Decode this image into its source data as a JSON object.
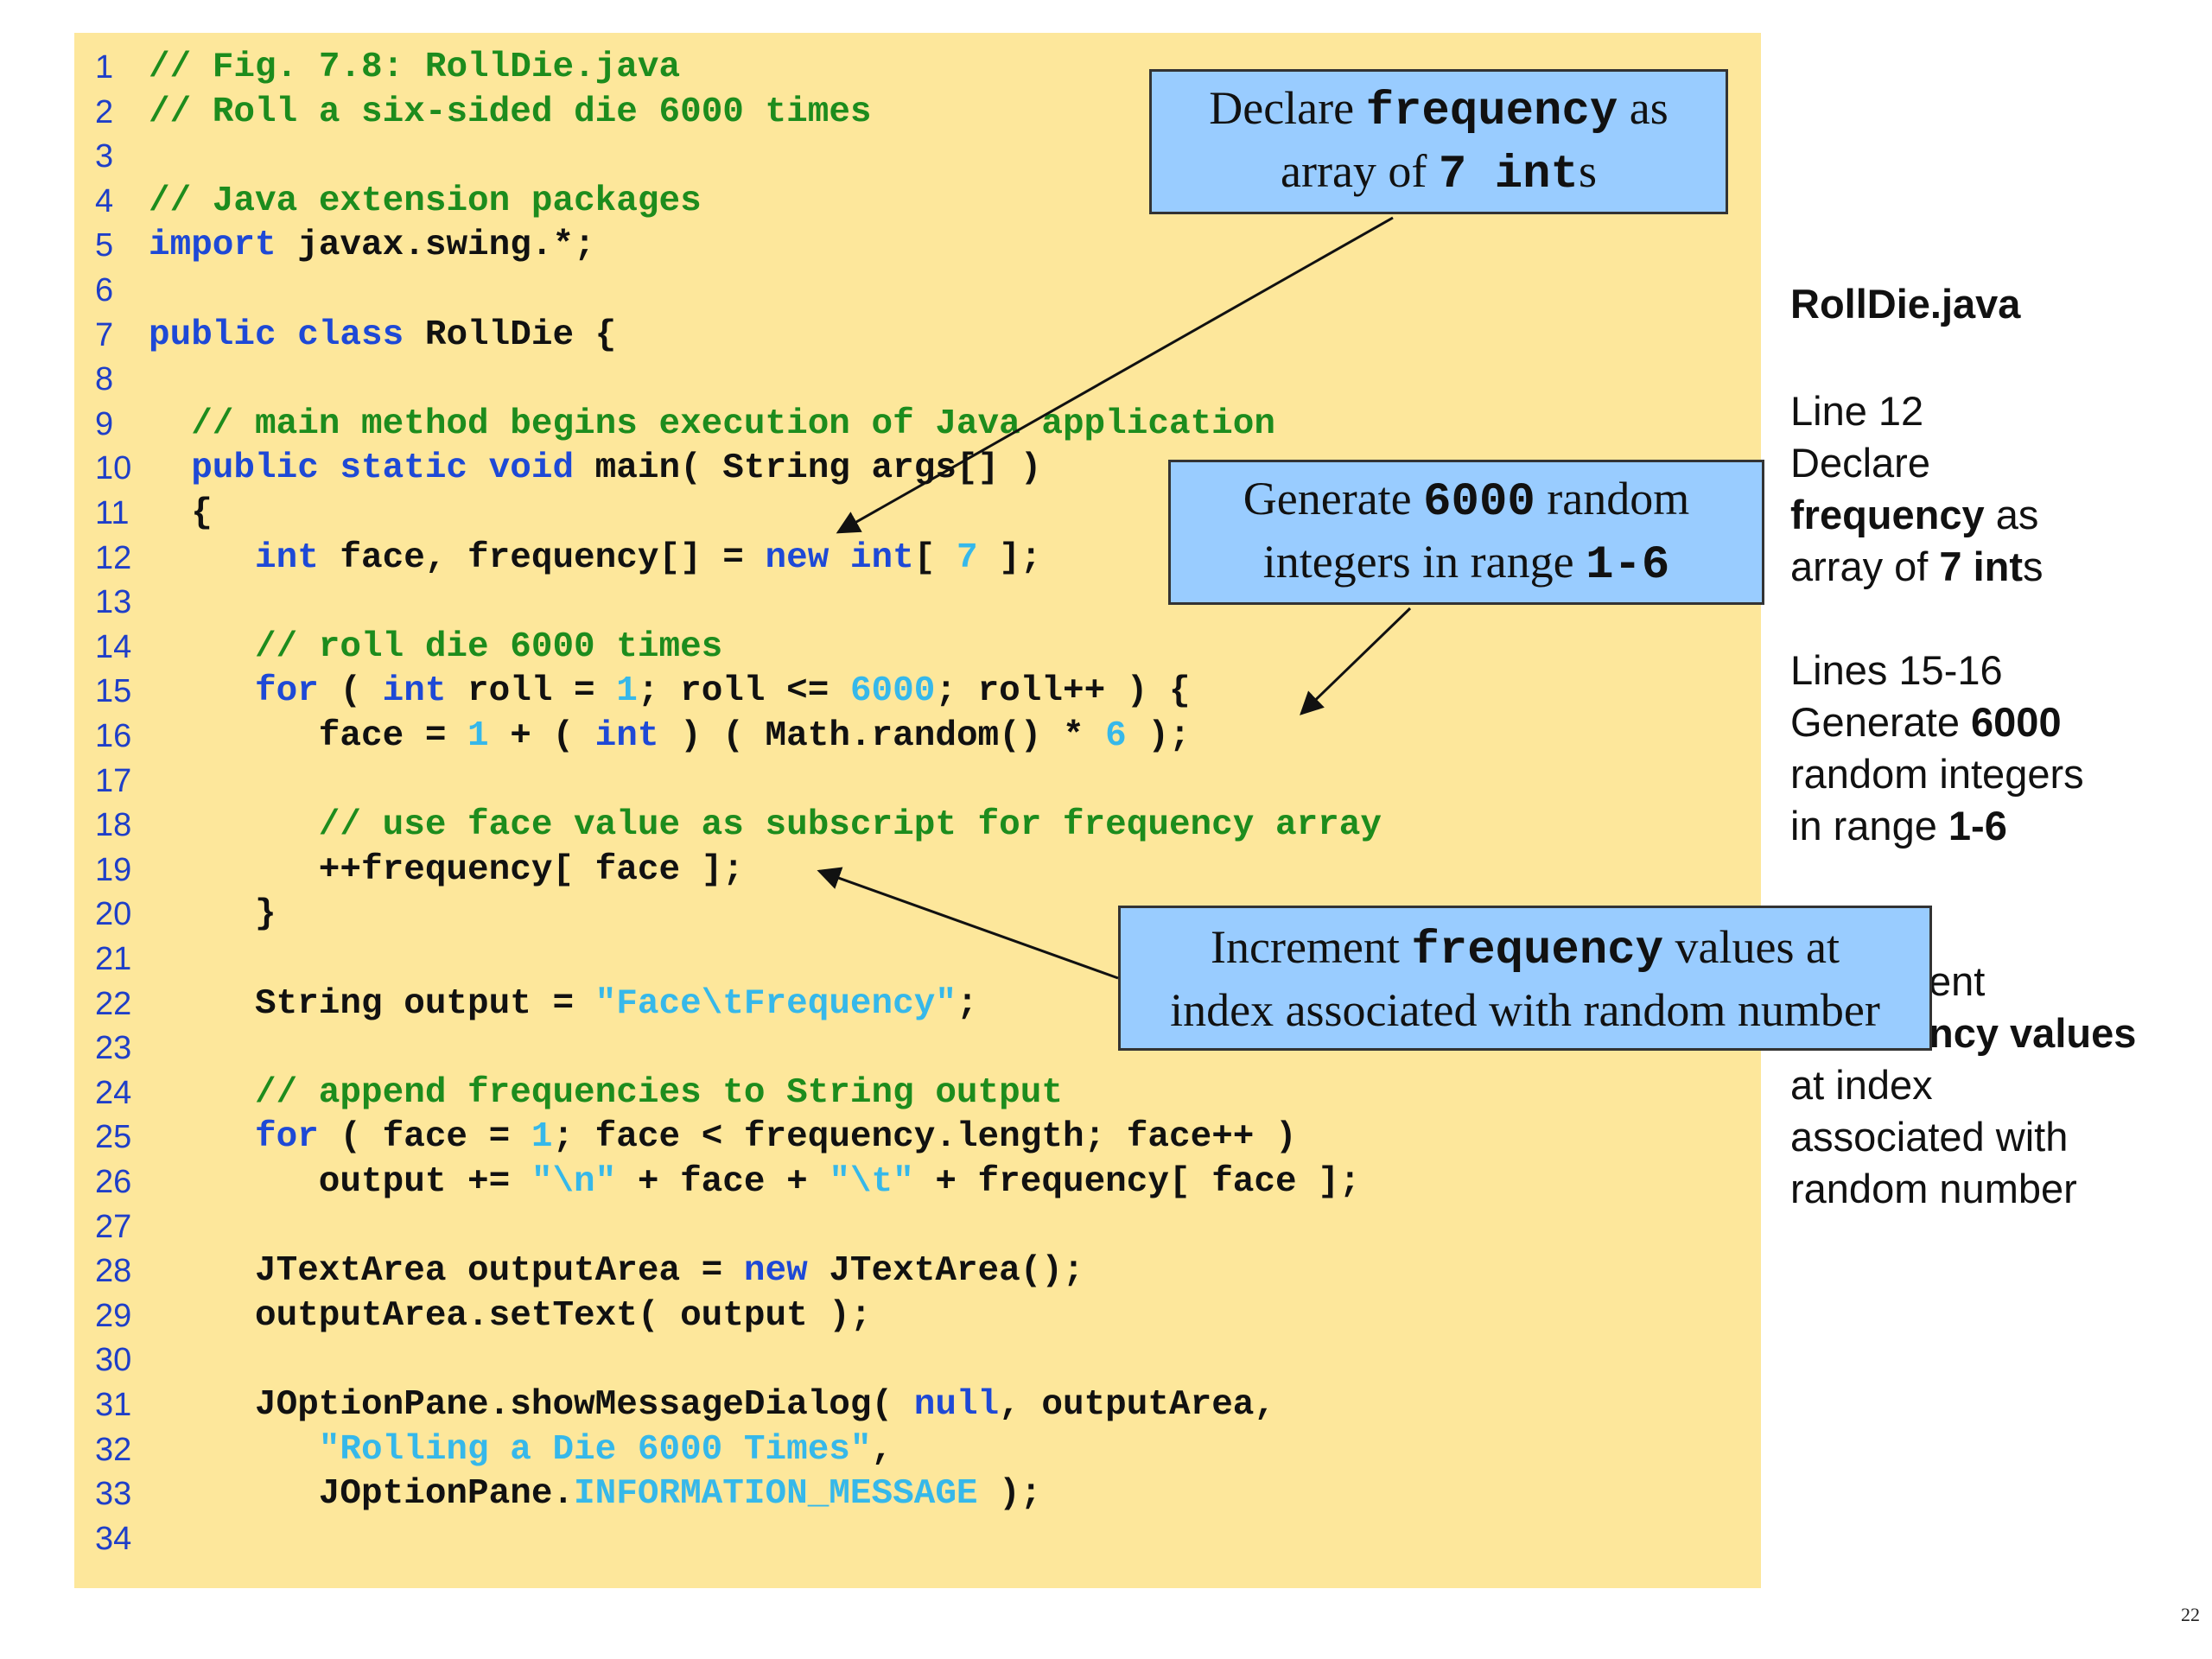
{
  "code_lines": [
    {
      "n": "1",
      "indent": 0,
      "tokens": [
        [
          "cm",
          "// Fig. 7.8: RollDie.java"
        ]
      ]
    },
    {
      "n": "2",
      "indent": 0,
      "tokens": [
        [
          "cm",
          "// Roll a six-sided die 6000 times"
        ]
      ]
    },
    {
      "n": "3",
      "indent": 0,
      "tokens": []
    },
    {
      "n": "4",
      "indent": 0,
      "tokens": [
        [
          "cm",
          "// Java extension packages"
        ]
      ]
    },
    {
      "n": "5",
      "indent": 0,
      "tokens": [
        [
          "kw",
          "import"
        ],
        [
          "plain",
          " javax.swing.*;"
        ]
      ]
    },
    {
      "n": "6",
      "indent": 0,
      "tokens": []
    },
    {
      "n": "7",
      "indent": 0,
      "tokens": [
        [
          "kw",
          "public class"
        ],
        [
          "plain",
          " RollDie {"
        ]
      ]
    },
    {
      "n": "8",
      "indent": 0,
      "tokens": []
    },
    {
      "n": "9",
      "indent": 2,
      "tokens": [
        [
          "cm",
          "// main method begins execution of Java application"
        ]
      ]
    },
    {
      "n": "10",
      "indent": 2,
      "tokens": [
        [
          "kw",
          "public static void"
        ],
        [
          "plain",
          " main( String args[] )"
        ]
      ]
    },
    {
      "n": "11",
      "indent": 2,
      "tokens": [
        [
          "plain",
          "{"
        ]
      ]
    },
    {
      "n": "12",
      "indent": 5,
      "tokens": [
        [
          "kw",
          "int"
        ],
        [
          "plain",
          " face, frequency[] = "
        ],
        [
          "kw",
          "new int"
        ],
        [
          "plain",
          "[ "
        ],
        [
          "lit",
          "7"
        ],
        [
          "plain",
          " ];"
        ]
      ]
    },
    {
      "n": "13",
      "indent": 0,
      "tokens": []
    },
    {
      "n": "14",
      "indent": 5,
      "tokens": [
        [
          "cm",
          "// roll die 6000 times"
        ]
      ]
    },
    {
      "n": "15",
      "indent": 5,
      "tokens": [
        [
          "kw",
          "for"
        ],
        [
          "plain",
          " ( "
        ],
        [
          "kw",
          "int"
        ],
        [
          "plain",
          " roll = "
        ],
        [
          "lit",
          "1"
        ],
        [
          "plain",
          "; roll <= "
        ],
        [
          "lit",
          "6000"
        ],
        [
          "plain",
          "; roll++ ) {"
        ]
      ]
    },
    {
      "n": "16",
      "indent": 8,
      "tokens": [
        [
          "plain",
          "face = "
        ],
        [
          "lit",
          "1"
        ],
        [
          "plain",
          " + ( "
        ],
        [
          "kw",
          "int"
        ],
        [
          "plain",
          " ) ( Math.random() * "
        ],
        [
          "lit",
          "6"
        ],
        [
          "plain",
          " );"
        ]
      ]
    },
    {
      "n": "17",
      "indent": 0,
      "tokens": []
    },
    {
      "n": "18",
      "indent": 8,
      "tokens": [
        [
          "cm",
          "// use face value as subscript for frequency array"
        ]
      ]
    },
    {
      "n": "19",
      "indent": 8,
      "tokens": [
        [
          "plain",
          "++frequency[ face ];"
        ]
      ]
    },
    {
      "n": "20",
      "indent": 5,
      "tokens": [
        [
          "plain",
          "}"
        ]
      ]
    },
    {
      "n": "21",
      "indent": 0,
      "tokens": []
    },
    {
      "n": "22",
      "indent": 5,
      "tokens": [
        [
          "plain",
          "String output = "
        ],
        [
          "lit",
          "\"Face\\tFrequency\""
        ],
        [
          "plain",
          ";"
        ]
      ]
    },
    {
      "n": "23",
      "indent": 0,
      "tokens": []
    },
    {
      "n": "24",
      "indent": 5,
      "tokens": [
        [
          "cm",
          "// append frequencies to String output"
        ]
      ]
    },
    {
      "n": "25",
      "indent": 5,
      "tokens": [
        [
          "kw",
          "for"
        ],
        [
          "plain",
          " ( face = "
        ],
        [
          "lit",
          "1"
        ],
        [
          "plain",
          "; face < frequency.length; face++ )"
        ]
      ]
    },
    {
      "n": "26",
      "indent": 8,
      "tokens": [
        [
          "plain",
          "output += "
        ],
        [
          "lit",
          "\"\\n\""
        ],
        [
          "plain",
          " + face + "
        ],
        [
          "lit",
          "\"\\t\""
        ],
        [
          "plain",
          " + frequency[ face ];"
        ]
      ]
    },
    {
      "n": "27",
      "indent": 0,
      "tokens": []
    },
    {
      "n": "28",
      "indent": 5,
      "tokens": [
        [
          "plain",
          "JTextArea outputArea = "
        ],
        [
          "kw",
          "new"
        ],
        [
          "plain",
          " JTextArea();"
        ]
      ]
    },
    {
      "n": "29",
      "indent": 5,
      "tokens": [
        [
          "plain",
          "outputArea.setText( output );"
        ]
      ]
    },
    {
      "n": "30",
      "indent": 0,
      "tokens": []
    },
    {
      "n": "31",
      "indent": 5,
      "tokens": [
        [
          "plain",
          "JOptionPane.showMessageDialog( "
        ],
        [
          "kw",
          "null"
        ],
        [
          "plain",
          ", outputArea,"
        ]
      ]
    },
    {
      "n": "32",
      "indent": 8,
      "tokens": [
        [
          "lit",
          "\"Rolling a Die 6000 Times\""
        ],
        [
          "plain",
          ","
        ]
      ]
    },
    {
      "n": "33",
      "indent": 8,
      "tokens": [
        [
          "plain",
          "JOptionPane."
        ],
        [
          "lit",
          "INFORMATION_MESSAGE"
        ],
        [
          "plain",
          " );"
        ]
      ]
    },
    {
      "n": "34",
      "indent": 0,
      "tokens": []
    }
  ],
  "callouts": {
    "declare": {
      "t1": "Declare ",
      "m1": "frequency",
      "t2": " as",
      "t3": "array of ",
      "m2": "7 int",
      "t4": "s"
    },
    "generate": {
      "t1": "Generate ",
      "m1": "6000",
      "t2": " random",
      "t3": "integers in range ",
      "m2": "1-6"
    },
    "increment": {
      "t1": "Increment ",
      "m1": "frequency",
      "t2": " values at",
      "t3": "index associated with random number"
    }
  },
  "sidebar": {
    "title": "RollDie.java",
    "line12_label": "Line 12",
    "line12_l1": "Declare",
    "line12_b1": "frequency",
    "line12_t1": " as",
    "line12_t2": "array of ",
    "line12_b2": "7 int",
    "line12_t3": "s",
    "lines1516_label": "Lines 15-16",
    "lines1516_t1": "Generate ",
    "lines1516_b1": "6000",
    "lines1516_t2": "random integers",
    "lines1516_t3": "in range ",
    "lines1516_b2": "1-6",
    "line19_frag1": "ent",
    "line19_frag2": "ncy values",
    "line19_t3": "at index",
    "line19_t4": "associated with",
    "line19_t5": "random number"
  },
  "page_number": "22",
  "colors": {
    "background_code": "#fde79b",
    "callout_fill": "#99ccff",
    "keyword": "#1e49d6",
    "comment": "#1d8c1d",
    "literal": "#36b8ea",
    "line_number": "#1f3fc8"
  }
}
